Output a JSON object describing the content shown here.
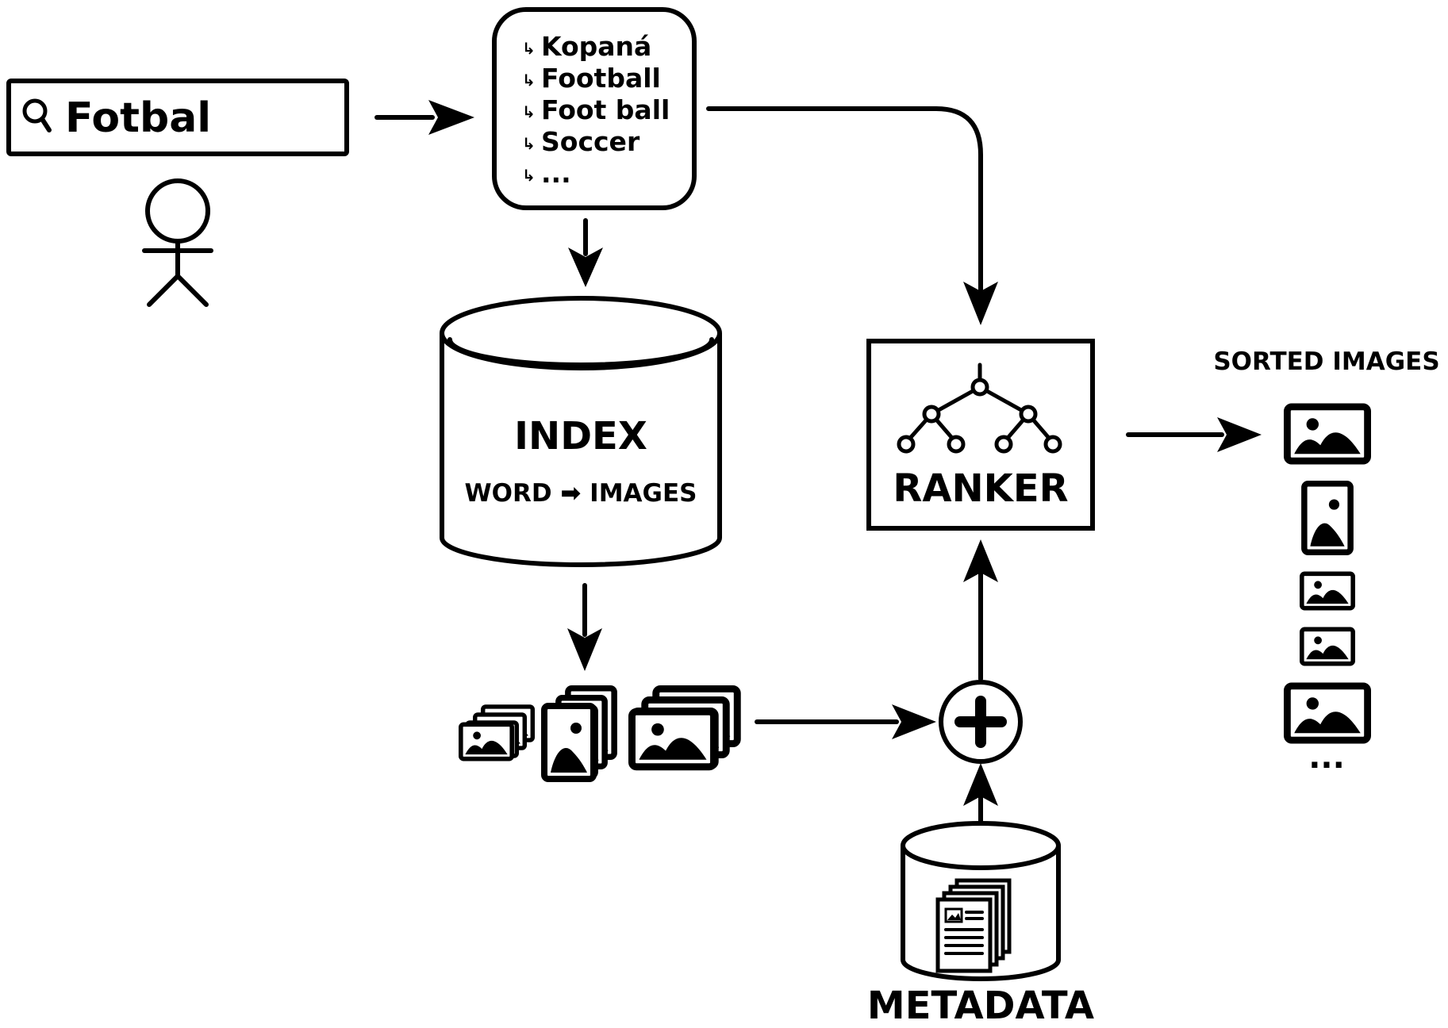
{
  "search": {
    "query": "Fotbal",
    "icon": "search-icon"
  },
  "expansion": {
    "bullet": "↳",
    "terms": [
      "Kopaná",
      "Football",
      "Foot ball",
      "Soccer",
      "..."
    ]
  },
  "index": {
    "title": "INDEX",
    "subtitle": "WORD ➡ IMAGES"
  },
  "ranker": {
    "title": "RANKER",
    "icon": "tree-icon"
  },
  "metadata": {
    "title": "METADATA",
    "icon": "document-stack-icon"
  },
  "sorted": {
    "title": "SORTED IMAGES",
    "ellipsis": "..."
  },
  "combine": {
    "icon": "plus-icon"
  },
  "colors": {
    "ink": "#000000",
    "background": "#ffffff"
  }
}
